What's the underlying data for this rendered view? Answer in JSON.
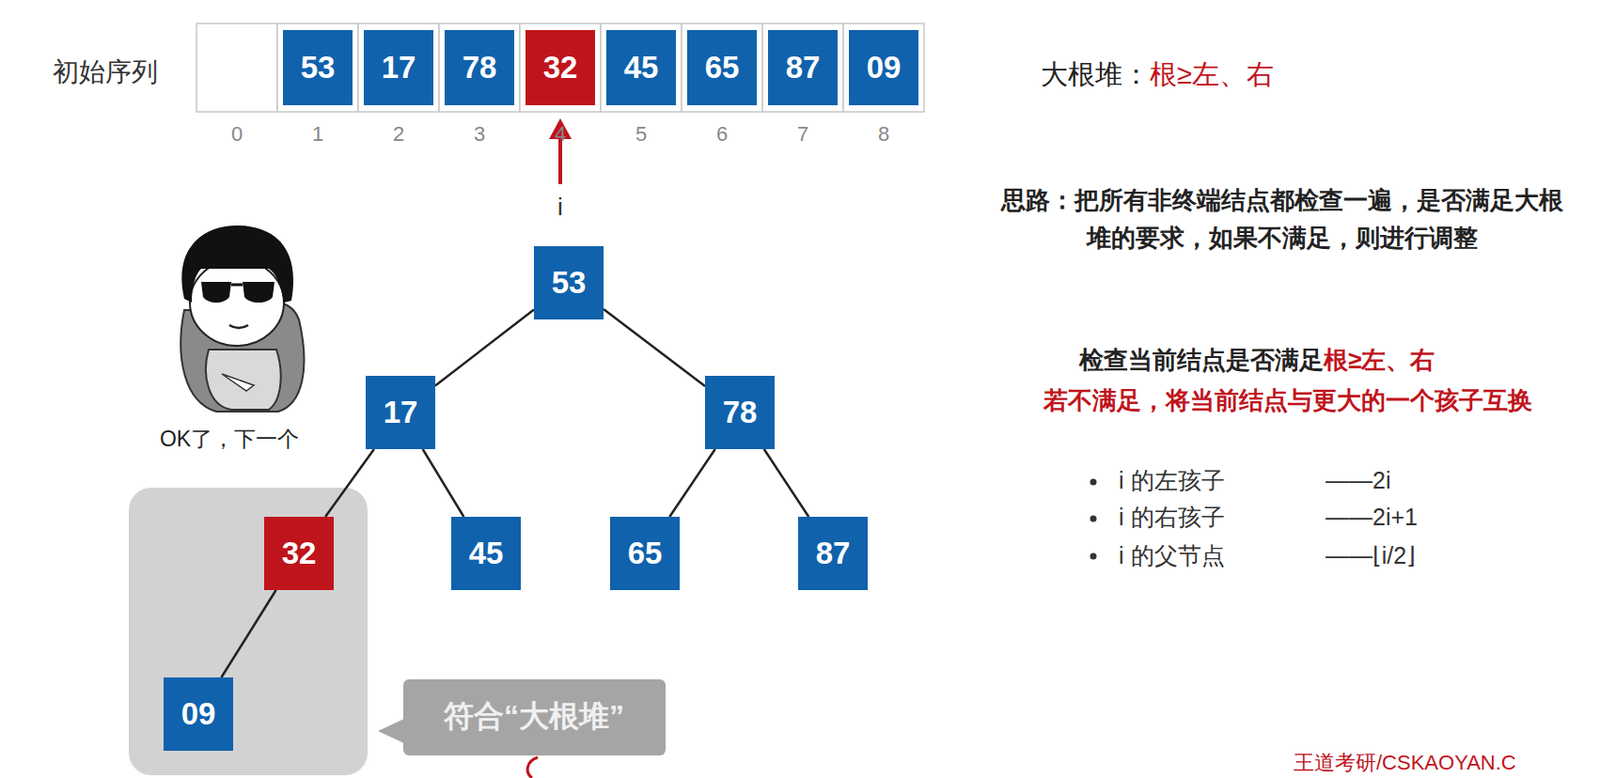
{
  "diagram": {
    "nodes": [
      {
        "text": [
          "53"
        ]
      },
      {
        "text": [
          "17"
        ]
      },
      {
        "text": [
          "78"
        ]
      },
      {
        "text": [
          "32"
        ]
      },
      {
        "text": [
          "45"
        ]
      },
      {
        "text": [
          "65"
        ]
      },
      {
        "text": [
          "87"
        ]
      },
      {
        "text": [
          "09"
        ]
      },
      {
        "text": [
          "53"
        ]
      },
      {
        "text": [
          "17"
        ]
      },
      {
        "text": [
          "78"
        ]
      },
      {
        "text": [
          "32"
        ]
      },
      {
        "text": [
          "45"
        ]
      },
      {
        "text": [
          "65"
        ]
      },
      {
        "text": [
          "87"
        ]
      },
      {
        "text": [
          "09"
        ]
      },
      {
        "text": [
          "符合“大根堆”"
        ]
      }
    ],
    "edges": [
      {
        "from": 8,
        "to": 9,
        "arrow": "none"
      },
      {
        "from": 8,
        "to": 10,
        "arrow": "none"
      },
      {
        "from": 9,
        "to": 11,
        "arrow": "none"
      },
      {
        "from": 9,
        "to": 12,
        "arrow": "none"
      },
      {
        "from": 10,
        "to": 13,
        "arrow": "none"
      },
      {
        "from": 10,
        "to": 14,
        "arrow": "none"
      },
      {
        "from": 11,
        "to": 15,
        "arrow": "none"
      }
    ],
    "labels": [
      "初始序列",
      "0",
      "1",
      "2",
      "3",
      "4",
      "5",
      "6",
      "7",
      "8",
      "i",
      "OK了，下一个",
      "大根堆：",
      "根≥左、右",
      "思路：把所有非终端结点都检查一遍，是否满足大根堆的要求，如果不满足，则进行调整",
      "检查当前结点是否满足",
      "根≥左、右",
      "若不满足，将当前结点与更大的一个孩子互换",
      "i 的左孩子",
      "——2i",
      "i 的右孩子",
      "——2i+1",
      "i 的父节点",
      "——⌊i/2⌋",
      "王道考研/CSKAOYAN.C"
    ]
  }
}
